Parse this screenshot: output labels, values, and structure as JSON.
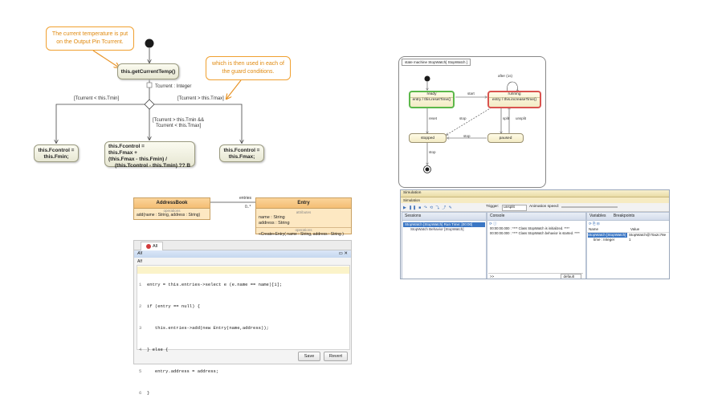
{
  "activity": {
    "callout_left": "The current temperature is put on the Output Pin Tcurrent.",
    "callout_right": "which is then used in each of the guard conditions.",
    "action_get": "this.getCurrentTemp()",
    "pin_label": "Tcurrent : Integer",
    "guard_left": "[Tcurrent < this.Tmin]",
    "guard_right": "[Tcurrent > this.Tmax]",
    "guard_mid_line1": "[Tcurrent > this.Tmin &&",
    "guard_mid_line2": "Tcurrent < this.Tmax]",
    "action_left_line1": "this.Fcontrol =",
    "action_left_line2": "this.Fmin;",
    "action_mid_line1": "this.Fcontrol =",
    "action_mid_line2": "this.Fmax +",
    "action_mid_line3": "(this.Fmax - this.Fmin) /",
    "action_mid_line4": "(this.Tcontrol - this.Tmin) ?? B",
    "action_right_line1": "this.Fcontrol =",
    "action_right_line2": "this.Fmax;"
  },
  "class_diagram": {
    "addressbook": {
      "name": "AddressBook",
      "attr_caption": "operations",
      "operation": "add(name : String, address : String)"
    },
    "entries_label": "entries",
    "multiplicity": "0..*",
    "entry": {
      "name": "Entry",
      "attr_caption": "attributes",
      "attr1": "name : String",
      "attr2": "address : String",
      "op_caption": "operations",
      "operation": "«Create»Entry( name : String, address : String )"
    }
  },
  "editor": {
    "tab": "All",
    "section": "All",
    "outline_label": "Alf",
    "lines": [
      "entry = this.entries->select e (e.name == name)[1];",
      "if (entry == null) {",
      "   this.entries->add(new Entry(name,address));",
      "} else {",
      "   entry.address = address;",
      "}"
    ],
    "line_numbers": [
      "1",
      "2",
      "3",
      "4",
      "5",
      "6"
    ],
    "save_label": "Save",
    "revert_label": "Revert"
  },
  "state_machine": {
    "title": "state machine  StopWatch[  StopWatch  ]",
    "ready_name": "ready",
    "ready_entry": "entry / this.resetTime()",
    "running_name": "running",
    "running_entry": "entry / this.increaseTime()",
    "stopped_name": "stopped",
    "paused_name": "paused",
    "t_start": "start",
    "t_after": "after (1s)",
    "t_reset": "reset",
    "t_stop": "stop",
    "t_split": "split",
    "t_unsplit": "unsplit",
    "t_stop2": "stop",
    "t_stop3": "stop"
  },
  "simulation": {
    "window_title": "Simulation",
    "toolbar_label": "Simulation",
    "trigger_label": "Trigger:",
    "trigger_value": "unsplit",
    "animation_label": "Animation speed:",
    "sessions_title": "Sessions",
    "console_title": "Console",
    "variables_title": "Variables",
    "breakpoints_title": "Breakpoints",
    "session_row1": "StopWatch [StopWatch] Run Time: [00:00]",
    "session_row2": "StopWatch Behavior [StopWatch]",
    "console_line1": "00:00:00.000 : **** Class StopWatch is initialized. ****",
    "console_line2": "00:00:00.000 : **** Class StopWatch behavior is started. ****",
    "console_prompt": ">>",
    "console_select": "default",
    "col_name": "Name",
    "col_value": "Value",
    "var_row1_name": "StopWatch [StopWatch]",
    "var_row1_value": "StopWatch@70a2c78e",
    "var_row2": "time : Integer",
    "var_row2_value": "1",
    "colors": {
      "accent": "#f0a030",
      "ready_border": "#5cb84a",
      "running_border": "#d9534f",
      "selection": "#3a76c4"
    }
  }
}
